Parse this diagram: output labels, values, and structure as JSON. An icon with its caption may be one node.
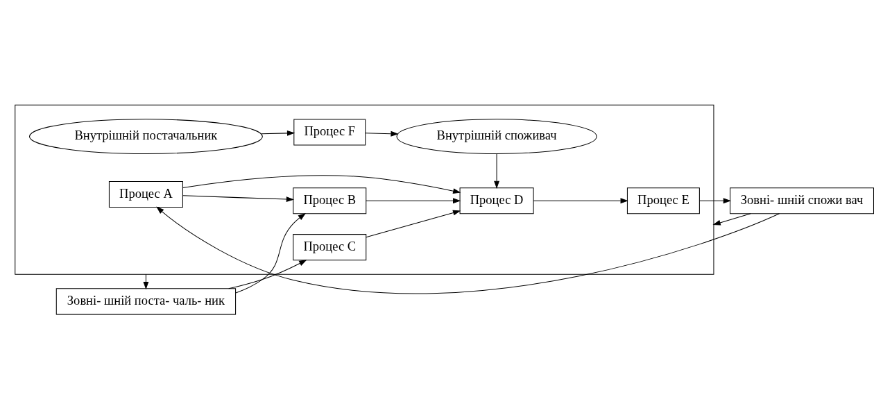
{
  "diagram": {
    "nodes": [
      {
        "text": [],
        "shape": "box"
      },
      {
        "text": [
          "Зовні- шній поста- чаль- ник"
        ]
      },
      {
        "text": [
          "Процес A"
        ],
        "in": 0
      },
      {
        "text": [
          "Процес B"
        ],
        "in": 0
      },
      {
        "text": [
          "Процес C"
        ],
        "in": 0
      },
      {
        "text": [
          "Процес D"
        ],
        "in": 0
      },
      {
        "text": [
          "Процес E"
        ],
        "in": 0
      },
      {
        "text": [
          "Зовні- шній спожи вач"
        ]
      },
      {
        "text": [
          "Внутрішній постачальник"
        ],
        "in": 0
      },
      {
        "text": [
          "Процес F"
        ],
        "in": 0
      },
      {
        "text": [
          "Внутрішній споживач"
        ],
        "in": 0
      }
    ],
    "edges": [
      {
        "from": 2,
        "to": 3,
        "arrow": "to"
      },
      {
        "from": 2,
        "to": 5,
        "arrow": "to"
      },
      {
        "from": 3,
        "to": 5,
        "arrow": "to"
      },
      {
        "from": 4,
        "to": 5,
        "arrow": "to"
      },
      {
        "from": 5,
        "to": 6,
        "arrow": "to"
      },
      {
        "from": 6,
        "to": 7,
        "arrow": "to"
      },
      {
        "from": 7,
        "to": 2,
        "arrow": "to"
      },
      {
        "from": 10,
        "to": 5,
        "arrow": "to"
      },
      {
        "from": 8,
        "to": 9,
        "arrow": "to"
      },
      {
        "from": 9,
        "to": 10,
        "arrow": "to"
      },
      {
        "from": 1,
        "to": 3,
        "arrow": "to"
      },
      {
        "from": 0,
        "to": 1,
        "arrow": "to"
      },
      {
        "from": 1,
        "to": 4,
        "arrow": "to"
      },
      {
        "from": 7,
        "to": 0,
        "arrow": "to"
      }
    ]
  }
}
